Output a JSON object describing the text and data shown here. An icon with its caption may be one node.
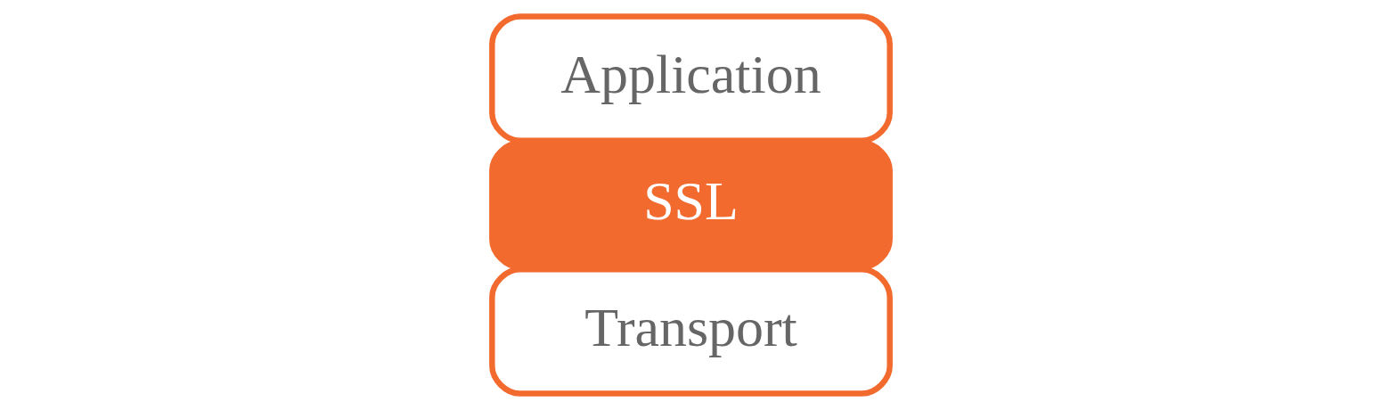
{
  "diagram": {
    "nodes": [
      {
        "text": [
          "Application"
        ]
      },
      {
        "text": [
          "SSL"
        ]
      },
      {
        "text": [
          "Transport"
        ]
      }
    ]
  }
}
